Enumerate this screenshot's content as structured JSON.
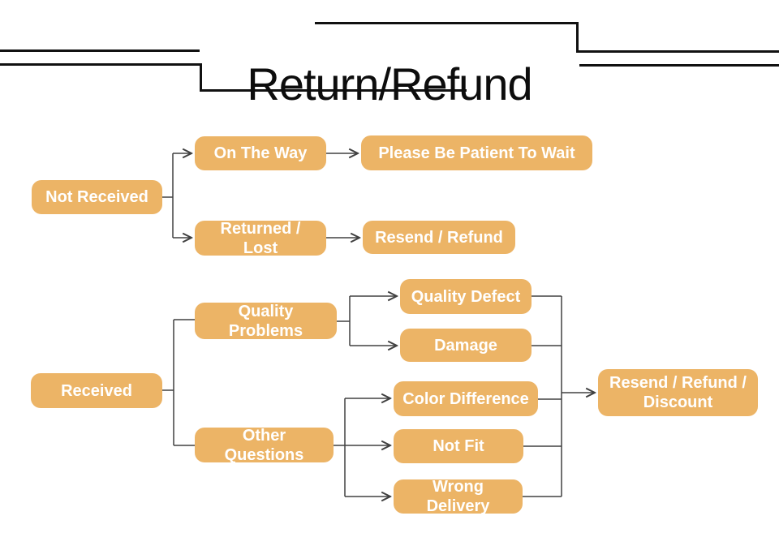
{
  "title": {
    "text": "Return/Refund"
  },
  "flowchart": {
    "nodes": {
      "not_received": "Not Received",
      "on_the_way": "On The Way",
      "please_wait": "Please Be Patient To Wait",
      "returned_lost": "Returned / Lost",
      "resend_refund": "Resend / Refund",
      "received": "Received",
      "quality_problems": "Quality Problems",
      "other_questions": "Other Questions",
      "quality_defect": "Quality Defect",
      "damage": "Damage",
      "color_difference": "Color Difference",
      "not_fit": "Not Fit",
      "wrong_delivery": "Wrong Delivery",
      "resend_refund_discount": "Resend / Refund / Discount"
    },
    "edges": [
      {
        "from": "Not Received",
        "to": "On The Way"
      },
      {
        "from": "Not Received",
        "to": "Returned / Lost"
      },
      {
        "from": "On The Way",
        "to": "Please Be Patient To Wait"
      },
      {
        "from": "Returned / Lost",
        "to": "Resend / Refund"
      },
      {
        "from": "Received",
        "to": "Quality Problems"
      },
      {
        "from": "Received",
        "to": "Other Questions"
      },
      {
        "from": "Quality Problems",
        "to": "Quality Defect"
      },
      {
        "from": "Quality Problems",
        "to": "Damage"
      },
      {
        "from": "Other Questions",
        "to": "Color Difference"
      },
      {
        "from": "Other Questions",
        "to": "Not Fit"
      },
      {
        "from": "Other Questions",
        "to": "Wrong Delivery"
      },
      {
        "from": "Quality Defect",
        "to": "Resend / Refund / Discount"
      },
      {
        "from": "Damage",
        "to": "Resend / Refund / Discount"
      },
      {
        "from": "Color Difference",
        "to": "Resend / Refund / Discount"
      },
      {
        "from": "Not Fit",
        "to": "Resend / Refund / Discount"
      },
      {
        "from": "Wrong Delivery",
        "to": "Resend / Refund / Discount"
      }
    ]
  },
  "colors": {
    "node_fill": "#ECB466",
    "node_text": "#FFFFFF",
    "connector": "#404040",
    "frame": "#111111",
    "background": "#FFFFFF"
  }
}
